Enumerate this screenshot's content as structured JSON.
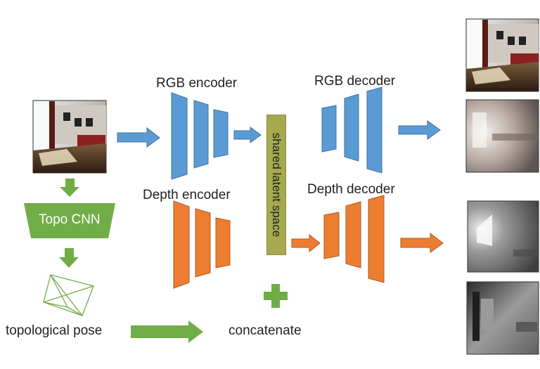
{
  "labels": {
    "rgb_encoder": "RGB encoder",
    "rgb_decoder": "RGB decoder",
    "depth_encoder": "Depth encoder",
    "depth_decoder": "Depth decoder",
    "shared_latent_space": "shared latent space",
    "topo_cnn": "Topo CNN",
    "topological_pose": "topological pose",
    "concatenate": "concatenate"
  },
  "colors": {
    "rgb_blue": "#5b9bd5",
    "depth_orange": "#ed7d31",
    "topo_green": "#70ad47",
    "latent_olive": "#a7a94e"
  },
  "icons": {
    "plus": "plus-icon",
    "pose": "wireframe-polyhedron-icon"
  }
}
